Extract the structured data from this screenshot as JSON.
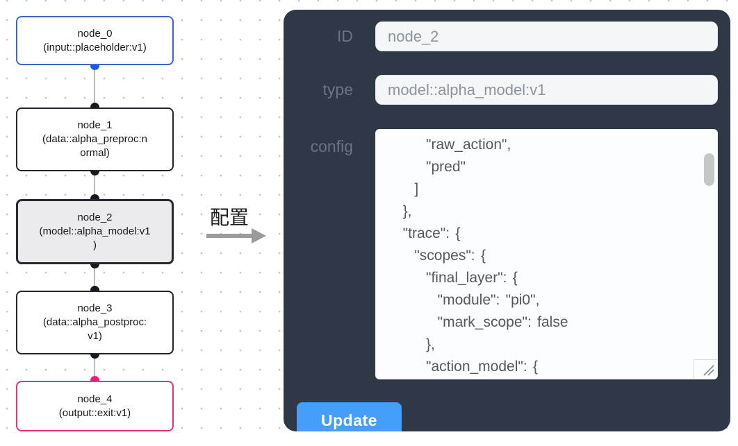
{
  "canvas": {
    "nodes": [
      {
        "id": "node_0",
        "lines": [
          "node_0",
          "(input::placeholder:v1)"
        ]
      },
      {
        "id": "node_1",
        "lines": [
          "node_1",
          "(data::alpha_preproc:n",
          "ormal)"
        ]
      },
      {
        "id": "node_2",
        "lines": [
          "node_2",
          "(model::alpha_model:v1",
          ")"
        ],
        "selected": true
      },
      {
        "id": "node_3",
        "lines": [
          "node_3",
          "(data::alpha_postproc:",
          "v1)"
        ]
      },
      {
        "id": "node_4",
        "lines": [
          "node_4",
          "(output::exit:v1)"
        ]
      }
    ]
  },
  "transfer": {
    "label": "配置"
  },
  "panel": {
    "fields": [
      {
        "label": "ID",
        "value": "node_2"
      },
      {
        "label": "type",
        "value": "model::alpha_model:v1"
      }
    ],
    "config_label": "config",
    "config_value": "      \"raw_action\",\n      \"pred\"\n    ]\n  },\n  \"trace\": {\n    \"scopes\": {\n      \"final_layer\": {\n        \"module\": \"pi0\",\n        \"mark_scope\": false\n      },\n      \"action_model\": {",
    "update_label": "Update"
  },
  "colors": {
    "panel_bg": "#2f3847",
    "button_blue": "#459ff8",
    "input_node_border": "#3a68c8",
    "output_node_border": "#eb2e7e",
    "selected_node_bg": "#ebebed",
    "handle_blue": "#1a5cd8",
    "handle_black": "#15181f",
    "handle_pink": "#f2187c",
    "edge_gray": "#b9bcc0"
  }
}
